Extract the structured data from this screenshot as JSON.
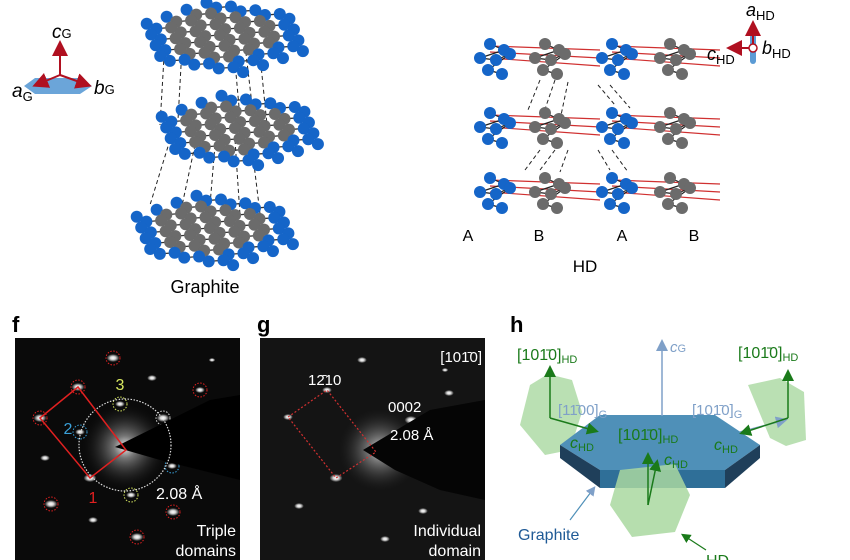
{
  "graphite_panel": {
    "axes": {
      "c": "c",
      "a": "a",
      "b": "b",
      "sub": "G"
    },
    "caption": "Graphite"
  },
  "hd_panel": {
    "axes": {
      "a": "a",
      "b": "b",
      "c": "c",
      "sub": "HD"
    },
    "stacking": [
      "A",
      "B",
      "A",
      "B"
    ],
    "caption": "HD"
  },
  "panel_f": {
    "label": "f",
    "ring_labels": [
      "1",
      "2",
      "3"
    ],
    "d_spacing": "2.08 Å",
    "caption_line1": "Triple",
    "caption_line2": "domains",
    "colors": {
      "1": "#e02020",
      "2": "#3aa0d8",
      "3": "#d8e860"
    }
  },
  "panel_g": {
    "label": "g",
    "zone_axis": "[101̄0]",
    "spot_label_1": "12̄10",
    "spot_label_2": "0002",
    "d_spacing": "2.08 Å",
    "caption_line1": "Individual",
    "caption_line2": "domain"
  },
  "panel_h": {
    "label": "h",
    "c_g": "c",
    "c_g_sub": "G",
    "hd_dir_main": "[101̄0]",
    "hd_sub": "HD",
    "g_dir_1": "[11̄00]",
    "g_dir_2": "[101̄0]",
    "g_sub": "G",
    "c_hd": "c",
    "graphite_label": "Graphite",
    "hd_label": "HD",
    "colors": {
      "graphite": "#4f90b8",
      "hd": "#a9d8a0",
      "arrow_green": "#1a7a1a",
      "arrow_blue": "#7fa0c8"
    }
  },
  "colors": {
    "atom_blue": "#1565c8",
    "atom_grey": "#6b6b6b",
    "axis_red": "#b01020"
  }
}
